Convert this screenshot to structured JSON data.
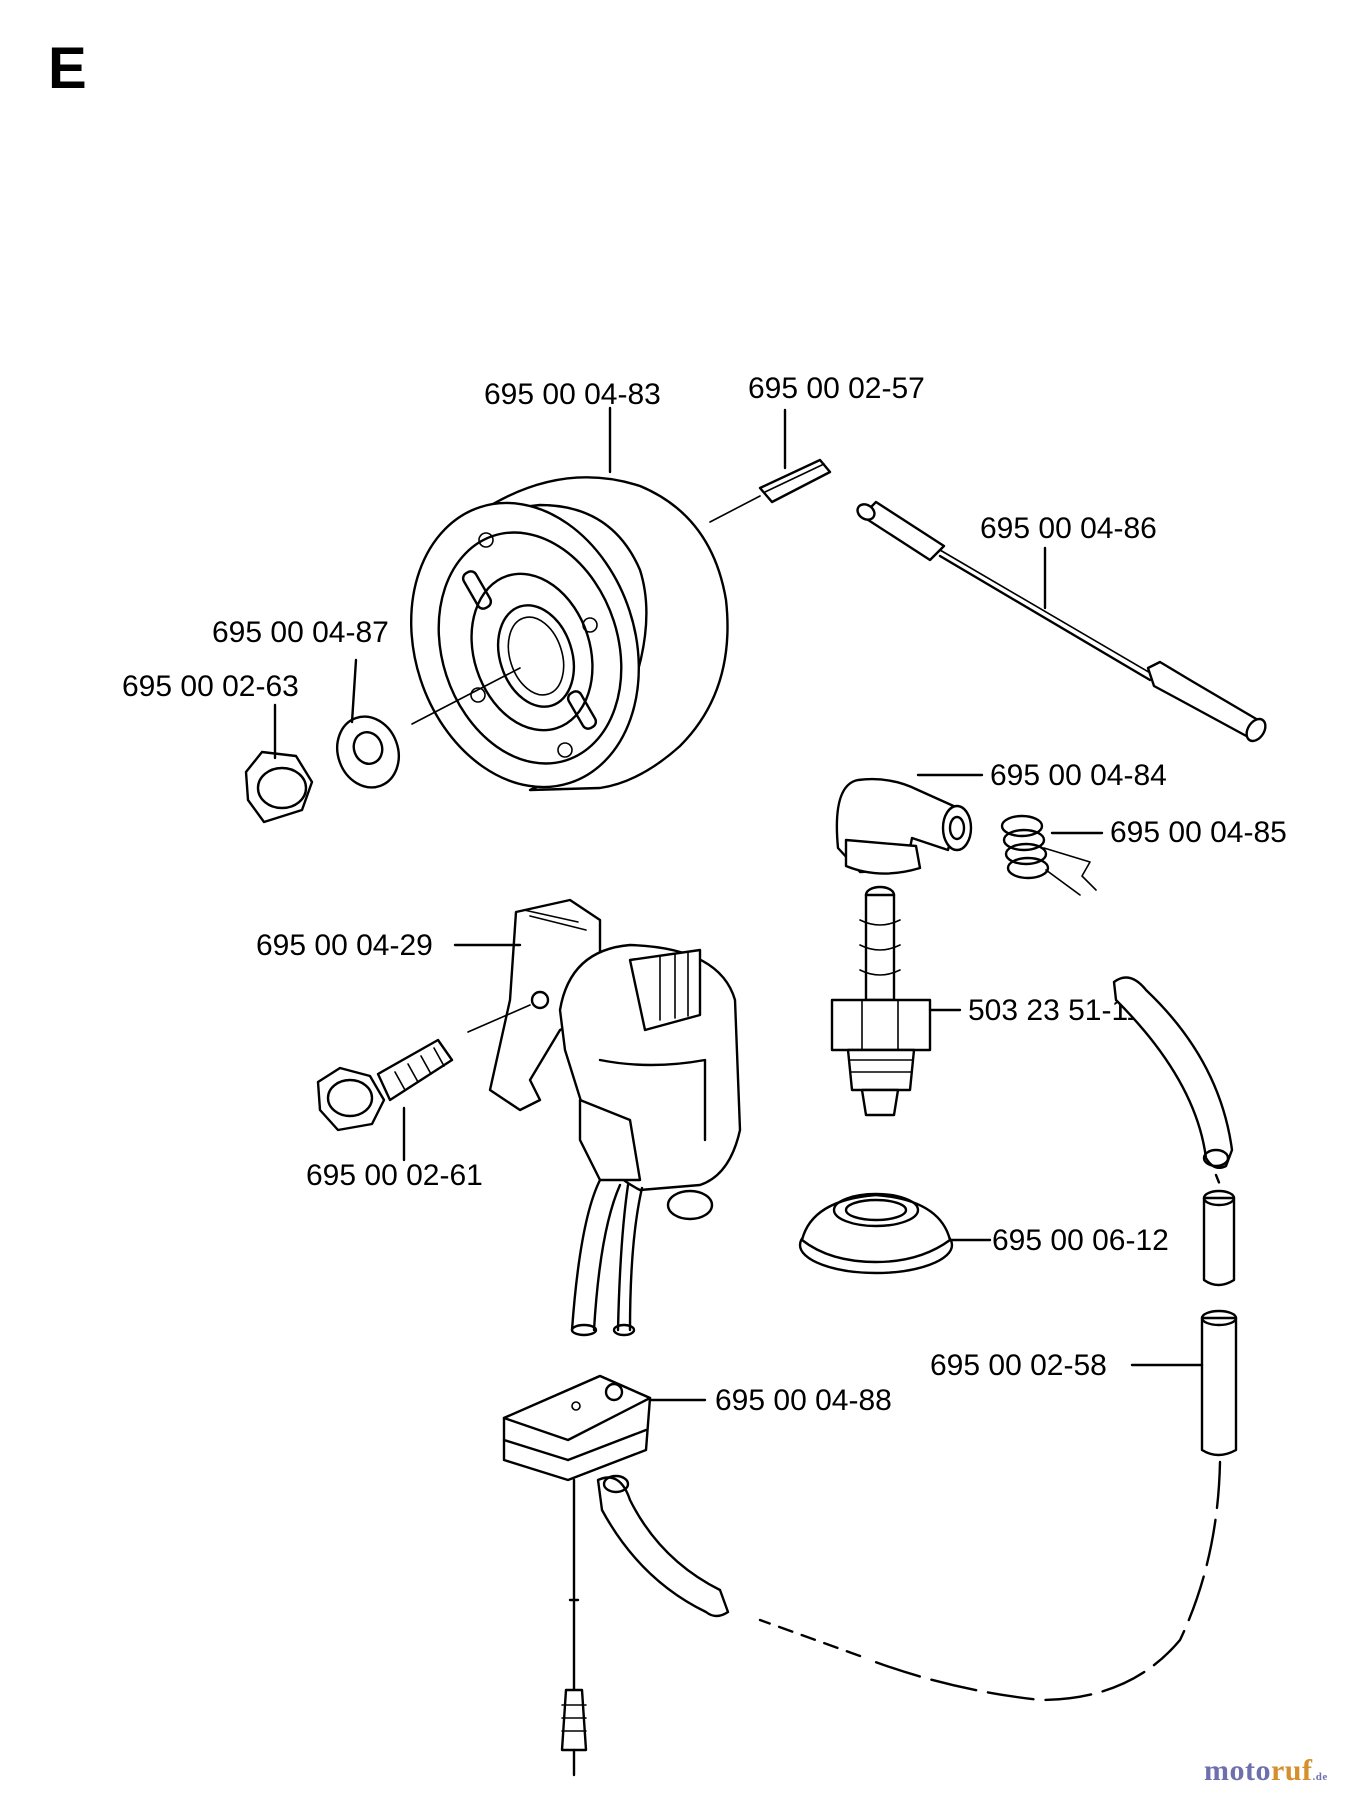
{
  "section_letter": "E",
  "part_numbers": {
    "flywheel": "695 00 04-83",
    "key": "695 00 02-57",
    "ht_lead": "695 00 04-86",
    "washer": "695 00 04-87",
    "nut": "695 00 02-63",
    "spark_plug_cap": "695 00 04-84",
    "spring": "695 00 04-85",
    "ignition_module": "695 00 04-29",
    "spark_plug": "503 23 51-11",
    "screw": "695 00 02-61",
    "grommet": "695 00 06-12",
    "hose": "695 00 02-58",
    "short_circuit_plate": "695 00 04-88"
  },
  "watermark": {
    "part1": "moto",
    "part2": "ruf",
    "suffix": ".de"
  }
}
